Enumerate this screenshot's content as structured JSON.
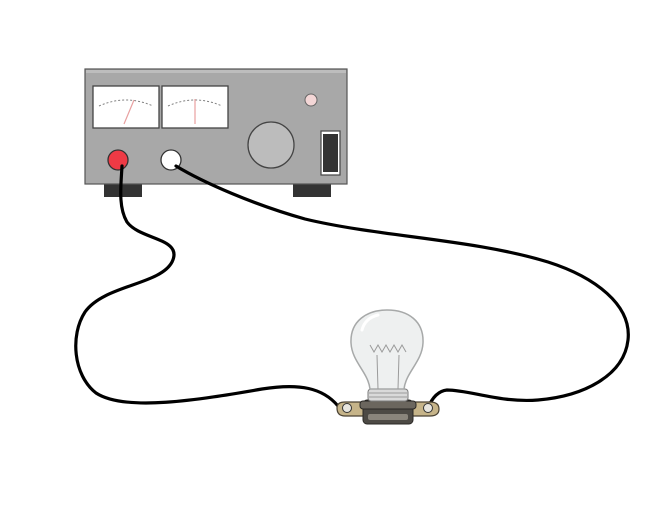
{
  "diagram": {
    "power_supply": {
      "meters": 2,
      "terminals": [
        "red",
        "white"
      ],
      "body_color": "#a6a6a6",
      "face_color": "#a9a9a9",
      "red_terminal_color": "#ee3a45",
      "white_terminal_color": "#ffffff",
      "indicator_color": "#f3d6d6",
      "knob_color": "#bcbcbc",
      "feet_color": "#333333"
    },
    "wire_color": "#000000",
    "bulb": {
      "glass_color": "#eef0f0",
      "base_color": "#c6b489",
      "socket_color": "#4d4a45"
    }
  }
}
